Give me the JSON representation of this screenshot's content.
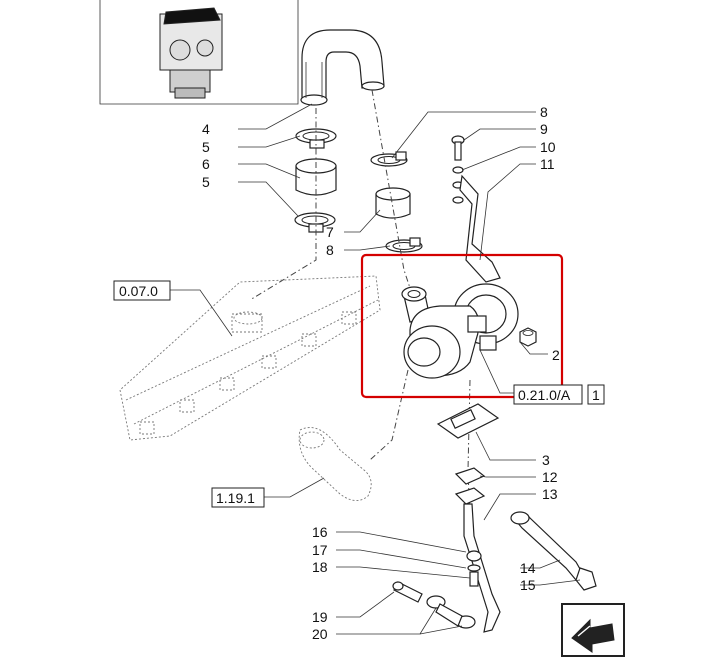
{
  "callouts": {
    "c4": "4",
    "c5a": "5",
    "c6": "6",
    "c5b": "5",
    "c7": "7",
    "c8a": "8",
    "c8b": "8",
    "c9": "9",
    "c10": "10",
    "c11": "11",
    "c2": "2",
    "c3": "3",
    "c12": "12",
    "c13": "13",
    "c14": "14",
    "c15": "15",
    "c16": "16",
    "c17": "17",
    "c18": "18",
    "c19": "19",
    "c20": "20"
  },
  "references": {
    "ref_007": "0.07.0",
    "ref_0210": "0.21.0/A",
    "ref_0210_count": "1",
    "ref_1191": "1.19.1"
  },
  "colors": {
    "highlight": "#d40000",
    "line": "#222222"
  },
  "icons": {
    "engine_thumbnail": "engine-thumbnail-icon",
    "next_page": "arrow-next-icon"
  }
}
